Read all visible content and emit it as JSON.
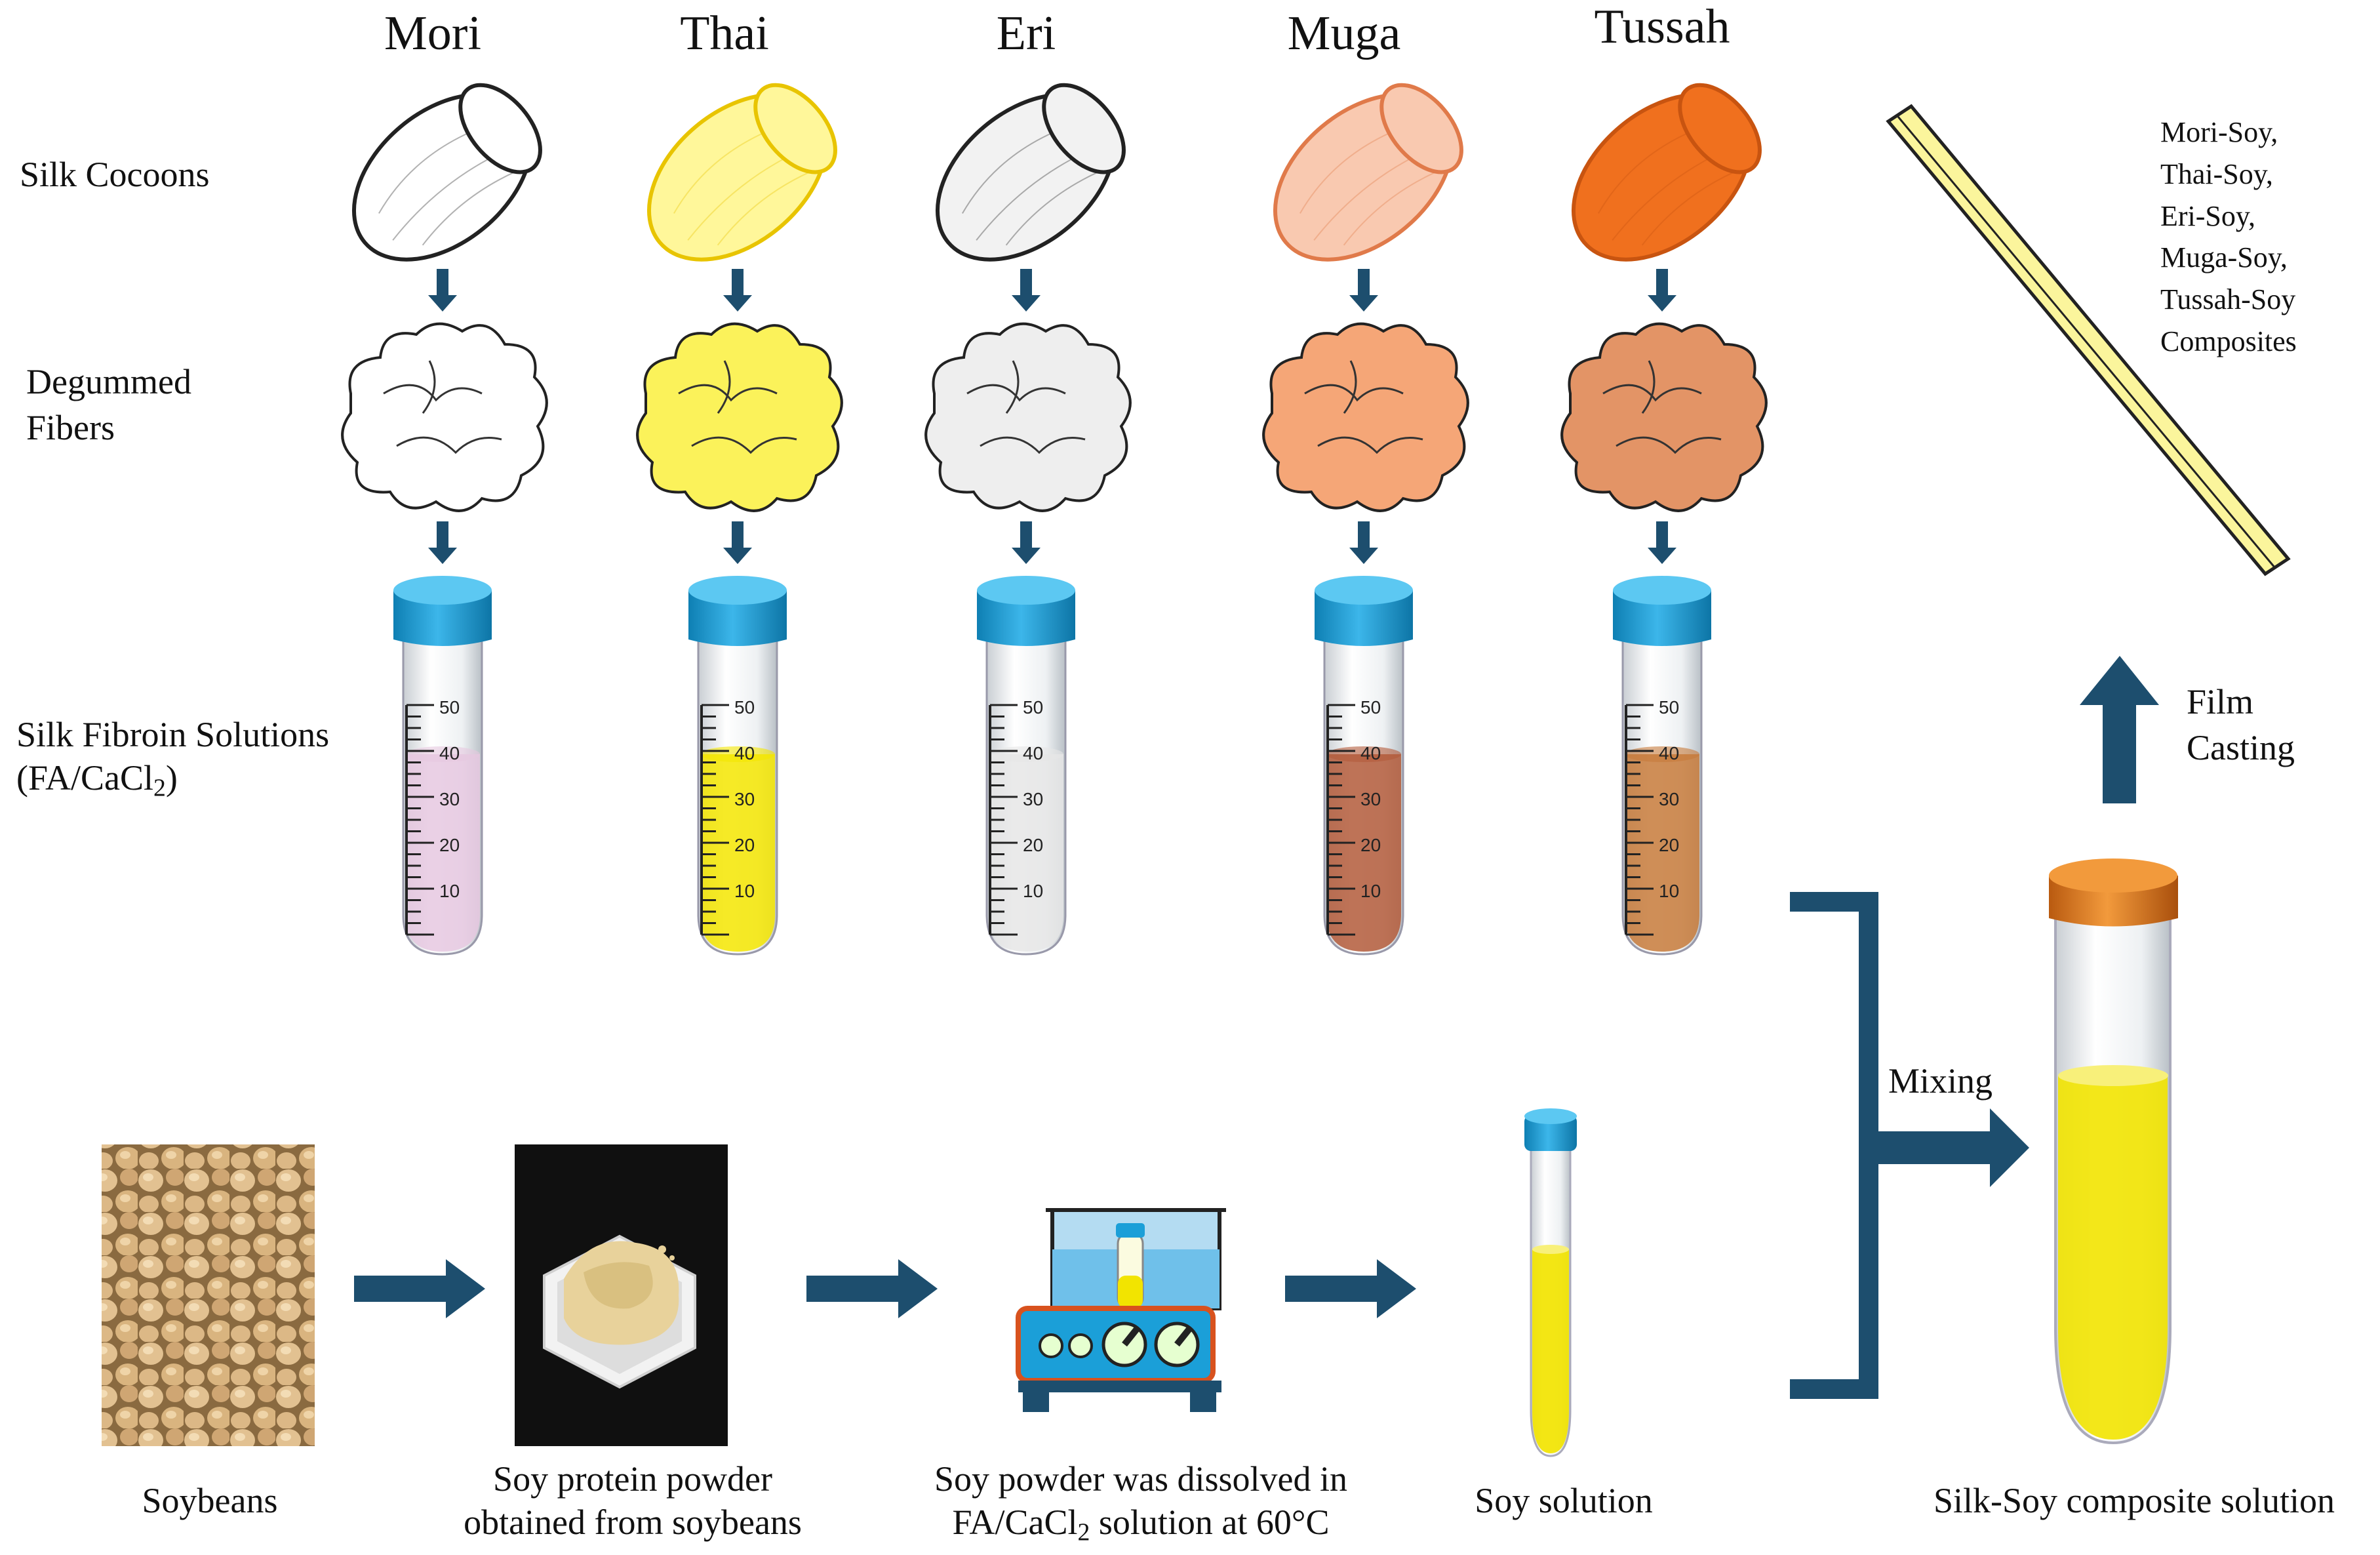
{
  "columns": [
    {
      "name": "Mori",
      "cocoon_fill": "#ffffff",
      "cocoon_stroke": "#222222",
      "fiber_fill": "#ffffff",
      "liquid": "#e6c8e0"
    },
    {
      "name": "Thai",
      "cocoon_fill": "#fff79a",
      "cocoon_stroke": "#e8c400",
      "fiber_fill": "#fbf25a",
      "liquid": "#f4e600"
    },
    {
      "name": "Eri",
      "cocoon_fill": "#f2f2f2",
      "cocoon_stroke": "#222222",
      "fiber_fill": "#eeeeee",
      "liquid": "#e6e6e6"
    },
    {
      "name": "Muga",
      "cocoon_fill": "#f9c9b0",
      "cocoon_stroke": "#e07a4a",
      "fiber_fill": "#f5a677",
      "liquid": "#b35a3a"
    },
    {
      "name": "Tussah",
      "cocoon_fill": "#f0701e",
      "cocoon_stroke": "#c85410",
      "fiber_fill": "#e39466",
      "liquid": "#c77a3a"
    }
  ],
  "row_labels": {
    "cocoons": "Silk Cocoons",
    "fibers_line1": "Degummed",
    "fibers_line2": "Fibers",
    "solutions_line1": "Silk Fibroin Solutions",
    "solutions_line2_pre": "(FA/CaCl",
    "solutions_line2_sub": "2",
    "solutions_line2_post": ")"
  },
  "tube_ticks": [
    "50",
    "40",
    "30",
    "20",
    "10"
  ],
  "composites": {
    "items": [
      "Mori-Soy,",
      "Thai-Soy,",
      "Eri-Soy,",
      "Muga-Soy,",
      "Tussah-Soy",
      "Composites"
    ]
  },
  "film_casting": {
    "line1": "Film",
    "line2": "Casting"
  },
  "mixing": "Mixing",
  "soy_steps": {
    "soybeans": "Soybeans",
    "powder_line1": "Soy protein powder",
    "powder_line2": "obtained from soybeans",
    "dissolve_line1": "Soy powder was dissolved in",
    "dissolve_line2_pre": "FA/CaCl",
    "dissolve_line2_sub": "2",
    "dissolve_line2_post": " solution at 60°C",
    "solution": "Soy solution",
    "composite": "Silk-Soy composite solution"
  },
  "colors": {
    "arrow": "#1d4e6e",
    "cap_blue": "#1b9fd8",
    "cap_orange": "#e07a1e",
    "soy_yellow": "#f2e400",
    "film": "#fbf59c"
  }
}
